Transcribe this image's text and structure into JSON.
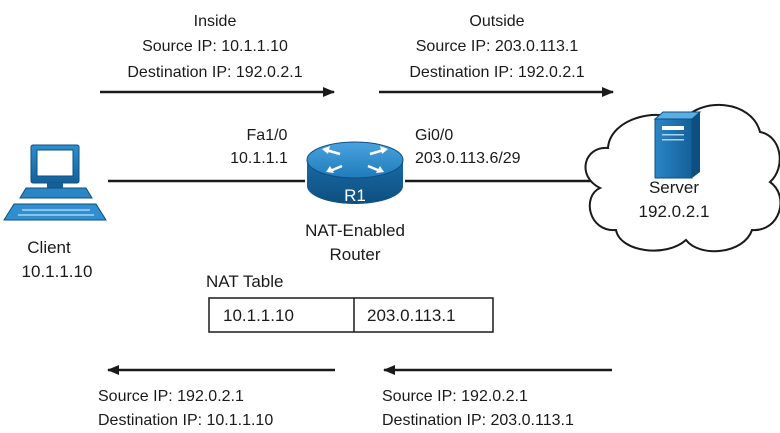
{
  "top_left": {
    "title": "Inside",
    "source": "Source IP: 10.1.1.10",
    "destination": "Destination IP: 192.0.2.1"
  },
  "top_right": {
    "title": "Outside",
    "source": "Source IP: 203.0.113.1",
    "destination": "Destination IP: 192.0.2.1"
  },
  "bottom_left": {
    "source": "Source IP: 192.0.2.1",
    "destination": "Destination IP: 10.1.1.10"
  },
  "bottom_right": {
    "source": "Source IP: 192.0.2.1",
    "destination": "Destination IP: 203.0.113.1"
  },
  "router": {
    "name": "R1",
    "description_line1": "NAT-Enabled",
    "description_line2": "Router",
    "inside_interface": "Fa1/0",
    "inside_ip": "10.1.1.1",
    "outside_interface": "Gi0/0",
    "outside_ip": "203.0.113.6/29"
  },
  "client": {
    "label": "Client",
    "ip": "10.1.1.10"
  },
  "server": {
    "label": "Server",
    "ip": "192.0.2.1"
  },
  "nat_table": {
    "title": "NAT Table",
    "inside_address": "10.1.1.10",
    "outside_address": "203.0.113.1"
  },
  "colors": {
    "device_blue": "#1f7bbb",
    "device_dark": "#0d4f80",
    "ink": "#1a1a1a"
  }
}
